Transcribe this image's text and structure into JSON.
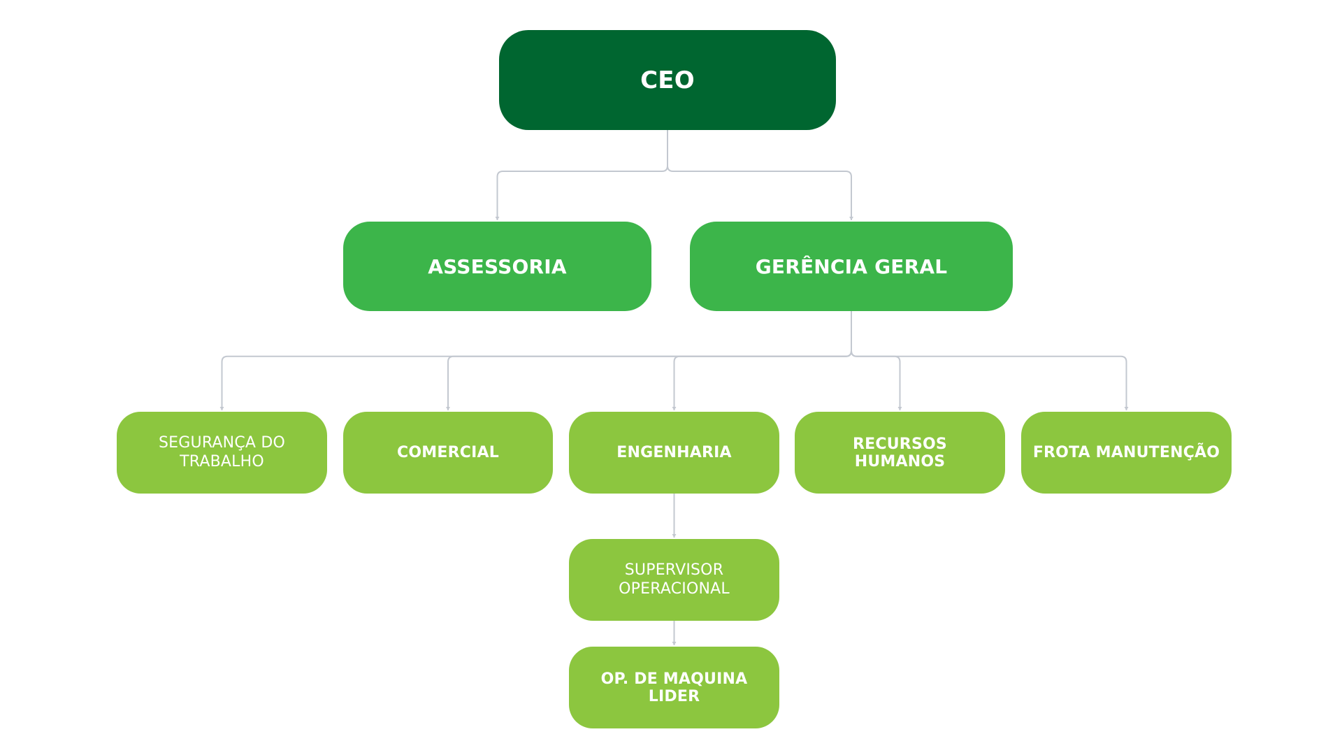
{
  "colors": {
    "level0": "#006630",
    "level1": "#3cb54a",
    "level2": "#8cc63f",
    "connector": "#c3c8d0",
    "text": "#ffffff"
  },
  "org": {
    "ceo": "CEO",
    "assessoria": "ASSESSORIA",
    "gerencia_geral": "GERÊNCIA GERAL",
    "seguranca_trabalho": "SEGURANÇA DO\nTRABALHO",
    "comercial": "COMERCIAL",
    "engenharia": "ENGENHARIA",
    "recursos_humanos": "RECURSOS HUMANOS",
    "frota_manutencao": "FROTA MANUTENÇÃO",
    "supervisor_operacional": "SUPERVISOR\nOPERACIONAL",
    "op_maquina_lider": "OP. DE MAQUINA LIDER"
  },
  "relations": [
    {
      "from": "ceo",
      "to": "assessoria"
    },
    {
      "from": "ceo",
      "to": "gerencia_geral"
    },
    {
      "from": "gerencia_geral",
      "to": "seguranca_trabalho"
    },
    {
      "from": "gerencia_geral",
      "to": "comercial"
    },
    {
      "from": "gerencia_geral",
      "to": "engenharia"
    },
    {
      "from": "gerencia_geral",
      "to": "recursos_humanos"
    },
    {
      "from": "gerencia_geral",
      "to": "frota_manutencao"
    },
    {
      "from": "engenharia",
      "to": "supervisor_operacional"
    },
    {
      "from": "supervisor_operacional",
      "to": "op_maquina_lider"
    }
  ]
}
